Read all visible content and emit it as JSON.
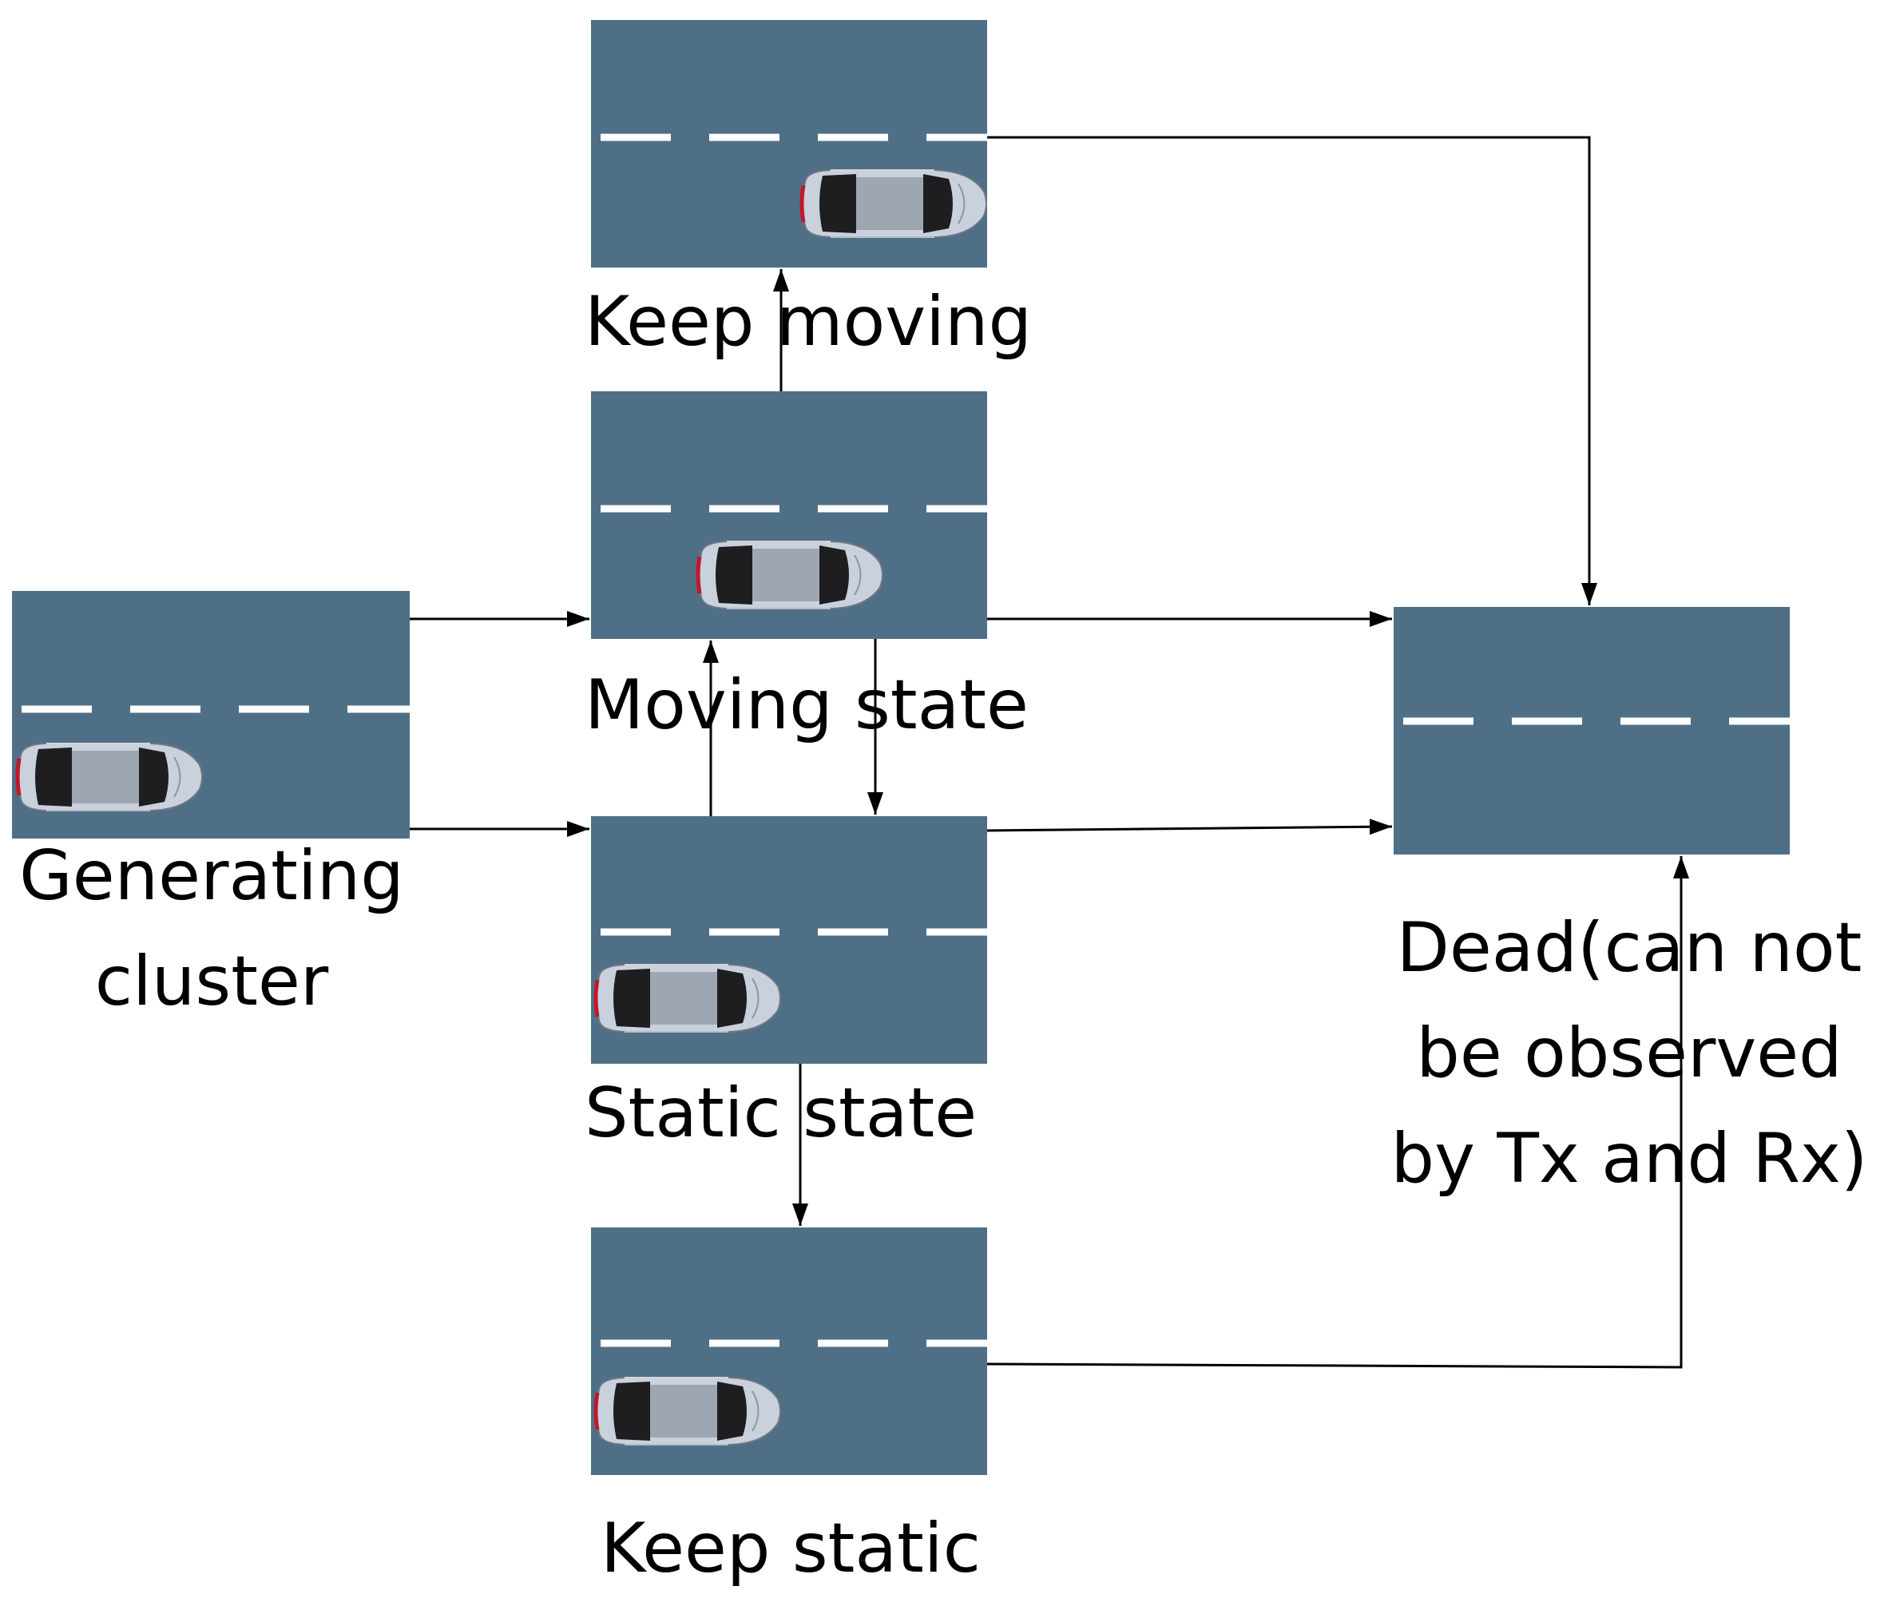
{
  "colors": {
    "road": "#4f6f86",
    "lane_marking": "#ffffff",
    "car_body": "#c9d1dc",
    "car_roof": "#9ea6b2",
    "car_glass": "#1e1e20",
    "tail_light": "#c0182a",
    "arrow": "#000000"
  },
  "nodes": {
    "generating": {
      "label_lines": [
        "Generating",
        "cluster"
      ]
    },
    "keep_moving": {
      "label": "Keep moving"
    },
    "moving": {
      "label": "Moving state"
    },
    "static": {
      "label": "Static state"
    },
    "keep_static": {
      "label": "Keep static"
    },
    "dead": {
      "label_lines": [
        "Dead(can not",
        "be observed",
        "by Tx and Rx)"
      ]
    }
  }
}
